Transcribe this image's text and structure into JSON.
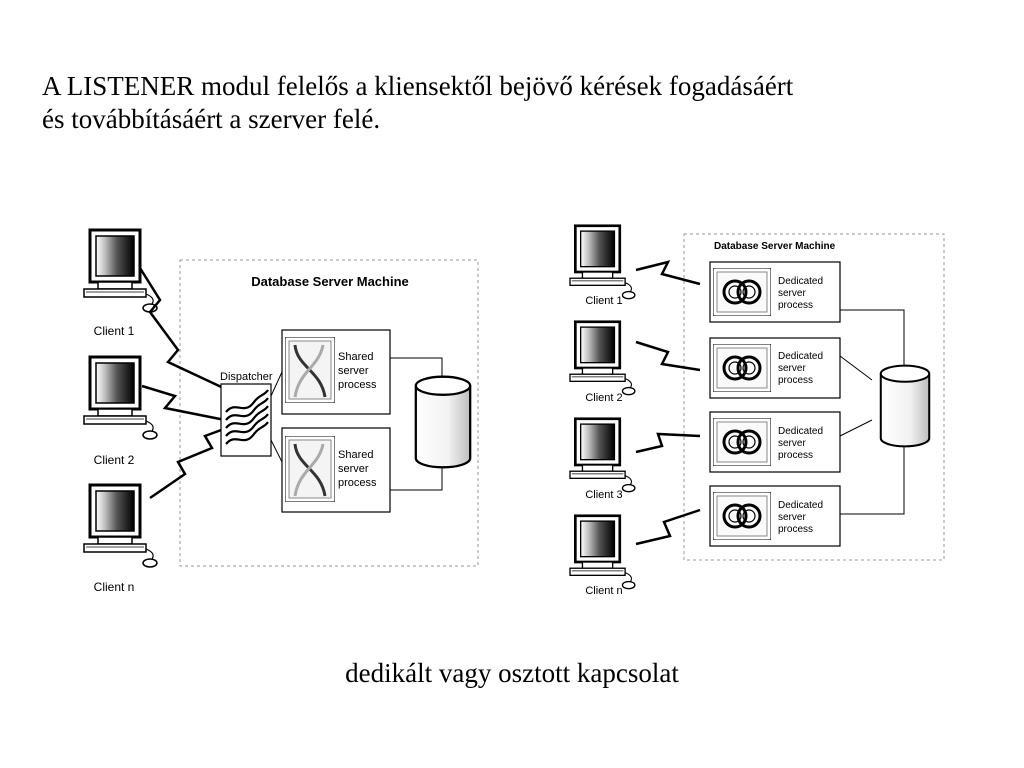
{
  "slide": {
    "text_line1": "A LISTENER modul felelős a kliensektől bejövő kérések fogadásáért",
    "text_line2": "és továbbításáért a szerver felé.",
    "caption": "dedikált vagy osztott kapcsolat"
  },
  "shared_diagram": {
    "server_title": "Database Server Machine",
    "dispatcher_label": "Dispatcher",
    "clients": [
      "Client 1",
      "Client 2",
      "Client n"
    ],
    "processes": [
      [
        "Shared",
        "server",
        "process"
      ],
      [
        "Shared",
        "server",
        "process"
      ]
    ]
  },
  "dedicated_diagram": {
    "server_title": "Database Server Machine",
    "clients": [
      "Client 1",
      "Client 2",
      "Client 3",
      "Client n"
    ],
    "processes": [
      [
        "Dedicated",
        "server",
        "process"
      ],
      [
        "Dedicated",
        "server",
        "process"
      ],
      [
        "Dedicated",
        "server",
        "process"
      ],
      [
        "Dedicated",
        "server",
        "process"
      ]
    ]
  }
}
